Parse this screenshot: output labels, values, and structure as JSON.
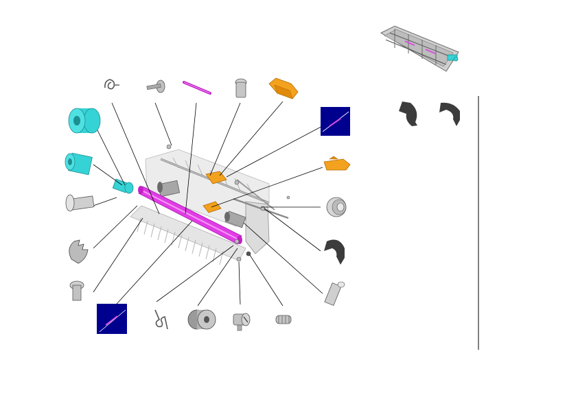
{
  "diagram": {
    "type": "exploded-parts-view",
    "colors": {
      "background": "#ffffff",
      "leader": "#000000",
      "frame": "#d6d6d6",
      "frame_edge": "#7a7a7a",
      "shaft": "#9a9a9a",
      "roller": "#e13ce6",
      "roller_dark": "#a21aa8",
      "cyan_part": "#35d3d6",
      "cyan_dark": "#1c8f92",
      "orange_part": "#f2a21e",
      "orange_dark": "#b56c06",
      "grey_part": "#c8c8c8",
      "grey_dark": "#6f6f6f",
      "clip": "#3a3a3a",
      "callout_box": "#00008f",
      "divider": "#000000"
    },
    "parts": [
      {
        "id": "torsion-spring-top",
        "color": "grey"
      },
      {
        "id": "shoulder-screw-top",
        "color": "grey"
      },
      {
        "id": "magenta-pin",
        "color": "magenta"
      },
      {
        "id": "bolt-top",
        "color": "grey"
      },
      {
        "id": "orange-lever-top",
        "color": "orange"
      },
      {
        "id": "callout-box-right",
        "color": "navy"
      },
      {
        "id": "cyan-roller-wheel",
        "color": "cyan"
      },
      {
        "id": "cyan-bushing",
        "color": "cyan"
      },
      {
        "id": "flanged-bushing-left",
        "color": "grey"
      },
      {
        "id": "e-clip-left",
        "color": "grey"
      },
      {
        "id": "shoulder-screw-left",
        "color": "grey"
      },
      {
        "id": "callout-box-bottom",
        "color": "navy"
      },
      {
        "id": "torsion-spring-bottom",
        "color": "grey"
      },
      {
        "id": "gear-hub",
        "color": "grey"
      },
      {
        "id": "thumb-screw",
        "color": "grey"
      },
      {
        "id": "coil-spring",
        "color": "grey"
      },
      {
        "id": "sleeve-tube",
        "color": "grey"
      },
      {
        "id": "e-clip-right",
        "color": "dark"
      },
      {
        "id": "flanged-bushing-right",
        "color": "grey"
      },
      {
        "id": "orange-bracket",
        "color": "orange"
      },
      {
        "id": "c-clip-panel-a",
        "color": "dark"
      },
      {
        "id": "c-clip-panel-b",
        "color": "dark"
      },
      {
        "id": "assembly-thumbnail",
        "color": "grey"
      }
    ]
  }
}
